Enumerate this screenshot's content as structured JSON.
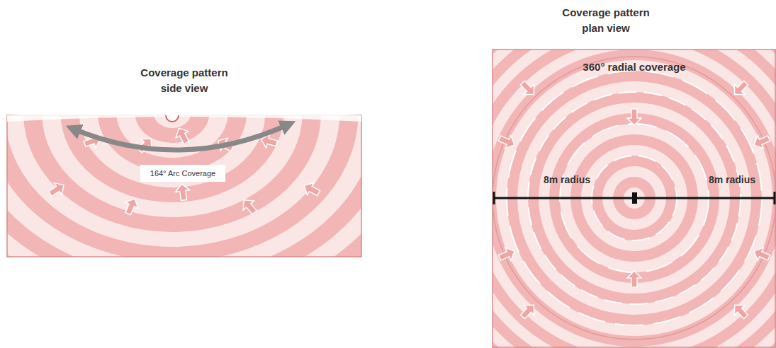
{
  "diagram": {
    "nodes": [
      {
        "text": [
          "Coverage pattern side view"
        ]
      },
      {
        "text": [
          "164° Arc Coverage"
        ],
        "in": 0
      },
      {
        "text": [
          "Coverage pattern plan view",
          "360° radial coverage"
        ]
      }
    ],
    "labels": [
      "8m radius",
      "8m radius"
    ]
  }
}
